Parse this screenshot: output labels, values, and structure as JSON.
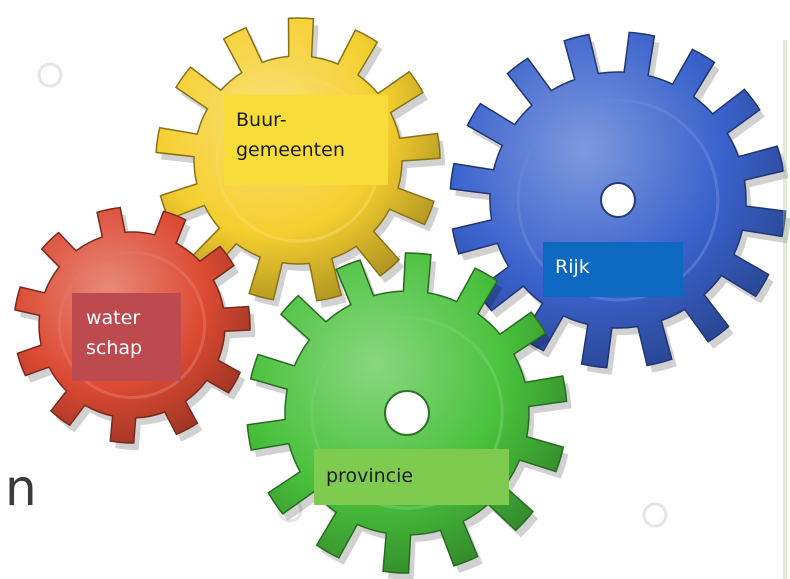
{
  "colors": {
    "yellow": "#f5cf2f",
    "blue": "#3a62cc",
    "red": "#dc4a33",
    "green": "#49c13c"
  },
  "labels": {
    "yellow": [
      "Buur-",
      "gemeenten"
    ],
    "blue": [
      "Rijk"
    ],
    "red": [
      "water",
      "schap"
    ],
    "green": [
      "provincie"
    ]
  },
  "partial_text": "n"
}
